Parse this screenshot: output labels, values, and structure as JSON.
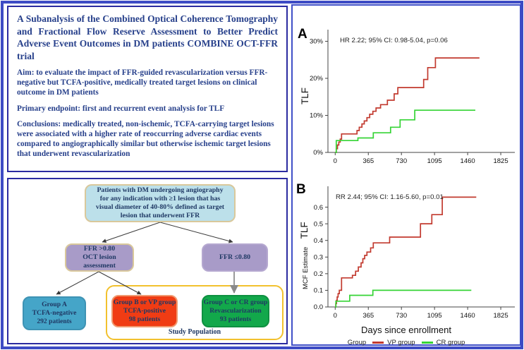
{
  "summary": {
    "title": "A Subanalysis of the Combined Optical Coherence Tomography and Fractional Flow Reserve Assessment to Better Predict Adverse Event Outcomes in DM patients COMBINE OCT-FFR trial",
    "aim": "Aim: to evaluate the impact of FFR-guided revascularization versus FFR-negative but TCFA-positive, medically treated target lesions on clinical outcome in DM patients",
    "endpoint": "Primary endpoint: first and recurrent event analysis for TLF",
    "conclusions": "Conclusions: medically treated, non-ischemic, TCFA-carrying target lesions were associated with a higher rate of reoccurring adverse cardiac events compared to angiographically similar but otherwise ischemic target lesions that underwent revascularization"
  },
  "flowchart": {
    "top_node": "Patients with DM undergoing angiography for any indication with ≥1 lesion that has visual diameter of 40-80% defined as target lesion that underwent FFR",
    "mid_left": "FFR >0.80\nOCT lesion assessment",
    "mid_right": "FFR ≤0.80",
    "group_a": "Group A\nTCFA-negative\n292 patients",
    "group_b": "Group B or VP group\nTCFA-positive\n98 patients",
    "group_c": "Group C or CR group\nRevascularization\n93 patients",
    "study_population": "Study Population"
  },
  "colors": {
    "frame_blue": "#3D4BC4",
    "navy_text": "#27408B",
    "node_cyan": "#BCE0EA",
    "node_purple": "#A89BC8",
    "node_teal": "#45A5C8",
    "node_red": "#F03C14",
    "node_green": "#12A84B",
    "study_gold": "#F2C12E",
    "vp_red": "#C23A2F",
    "cr_green": "#35D435"
  },
  "chart_data": [
    {
      "id": "panelA",
      "type": "line",
      "panel_label": "A",
      "annotation": "HR 2.22; 95% CI: 0.98-5.04, p=0.06",
      "ylabel": "TLF",
      "ylim": [
        0,
        32
      ],
      "yticks": [
        0,
        10,
        20,
        30
      ],
      "ytick_labels": [
        "0%",
        "10%",
        "20%",
        "30%"
      ],
      "xlim": [
        -80,
        1980
      ],
      "xticks": [
        0,
        365,
        730,
        1095,
        1460,
        1825
      ],
      "grid": false,
      "series": [
        {
          "name": "VP group",
          "color": "#C23A2F",
          "end_day": 1590,
          "points": [
            [
              0,
              0
            ],
            [
              12,
              1.0
            ],
            [
              25,
              2.0
            ],
            [
              40,
              2.8
            ],
            [
              55,
              3.6
            ],
            [
              70,
              5.0
            ],
            [
              240,
              5.9
            ],
            [
              265,
              6.8
            ],
            [
              295,
              7.7
            ],
            [
              320,
              8.5
            ],
            [
              350,
              9.4
            ],
            [
              380,
              10.3
            ],
            [
              415,
              11.1
            ],
            [
              450,
              12.0
            ],
            [
              500,
              12.9
            ],
            [
              575,
              14.1
            ],
            [
              650,
              15.8
            ],
            [
              690,
              17.5
            ],
            [
              975,
              19.7
            ],
            [
              1020,
              22.9
            ],
            [
              1105,
              25.5
            ]
          ]
        },
        {
          "name": "CR group",
          "color": "#35D435",
          "end_day": 1545,
          "points": [
            [
              0,
              0
            ],
            [
              12,
              3.2
            ],
            [
              250,
              3.9
            ],
            [
              420,
              5.3
            ],
            [
              610,
              6.8
            ],
            [
              715,
              8.8
            ],
            [
              877,
              11.4
            ]
          ]
        }
      ]
    },
    {
      "id": "panelB",
      "type": "line",
      "panel_label": "B",
      "annotation": "RR 2.44; 95% CI: 1.16-5.60, p=0.01",
      "ylabel_small": "MCF Estimate",
      "ylabel_large": "TLF",
      "xlabel": "Days since enrollment",
      "ylim": [
        0,
        0.7
      ],
      "yticks": [
        0,
        0.1,
        0.2,
        0.3,
        0.4,
        0.5,
        0.6
      ],
      "ytick_labels": [
        "0.0",
        "0.1",
        "0.2",
        "0.3",
        "0.4",
        "0.5",
        "0.6"
      ],
      "xlim": [
        -80,
        1980
      ],
      "xticks": [
        0,
        365,
        730,
        1095,
        1460,
        1825
      ],
      "grid": false,
      "legend": {
        "title": "Group",
        "entries": [
          {
            "label": "VP group",
            "color": "#C23A2F"
          },
          {
            "label": "CR group",
            "color": "#35D435"
          }
        ]
      },
      "series": [
        {
          "name": "VP group",
          "color": "#C23A2F",
          "end_day": 1555,
          "points": [
            [
              0,
              0
            ],
            [
              6,
              0.02
            ],
            [
              14,
              0.04
            ],
            [
              22,
              0.06
            ],
            [
              32,
              0.08
            ],
            [
              45,
              0.1
            ],
            [
              70,
              0.175
            ],
            [
              190,
              0.19
            ],
            [
              225,
              0.215
            ],
            [
              255,
              0.24
            ],
            [
              285,
              0.265
            ],
            [
              305,
              0.29
            ],
            [
              325,
              0.31
            ],
            [
              350,
              0.33
            ],
            [
              390,
              0.355
            ],
            [
              420,
              0.385
            ],
            [
              600,
              0.42
            ],
            [
              940,
              0.5
            ],
            [
              1065,
              0.555
            ],
            [
              1180,
              0.66
            ]
          ]
        },
        {
          "name": "CR group",
          "color": "#35D435",
          "end_day": 1500,
          "points": [
            [
              0,
              0
            ],
            [
              8,
              0.035
            ],
            [
              160,
              0.07
            ],
            [
              415,
              0.1
            ]
          ]
        }
      ]
    }
  ]
}
